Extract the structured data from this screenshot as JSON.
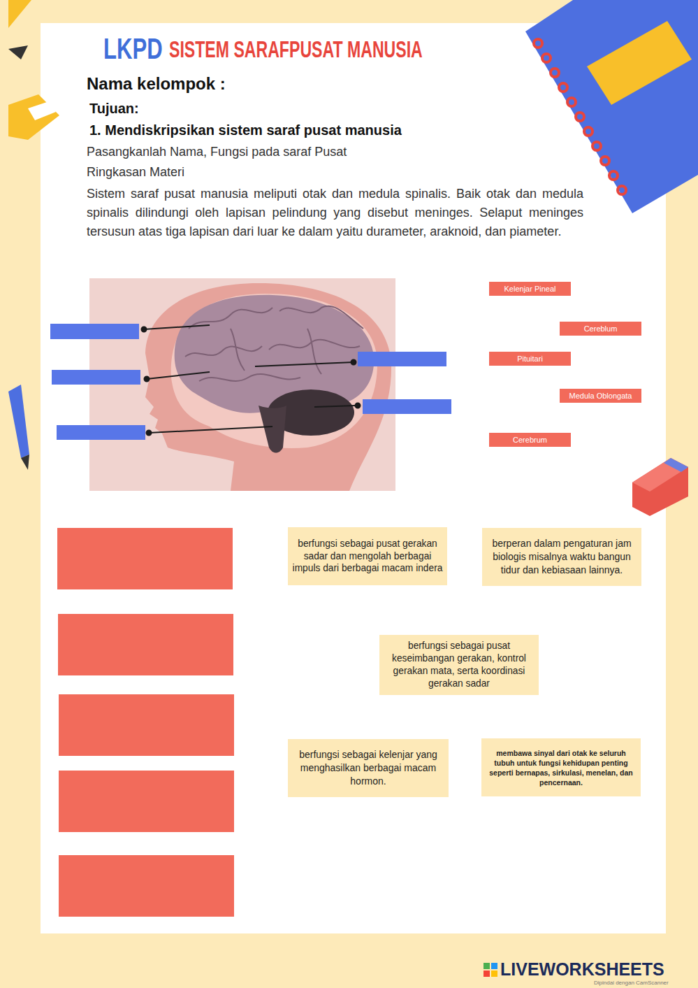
{
  "diagram": {
    "title": "LKPD",
    "nodes": [
      {
        "text": [
          "Kelenjar Pineal"
        ]
      },
      {
        "text": [
          "Cereblum"
        ]
      },
      {
        "text": [
          "Pituitari"
        ]
      },
      {
        "text": [
          "Medula Oblongata"
        ]
      },
      {
        "text": [
          "Cerebrum"
        ]
      },
      {
        "text": [
          "berfungsi sebagai pusat gerakan sadar dan mengolah berbagai impuls dari berbagai macam indera"
        ]
      },
      {
        "text": [
          "berperan dalam pengaturan jam biologis misalnya waktu bangun tidur dan kebiasaan lainnya."
        ]
      },
      {
        "text": [
          "berfungsi sebagai pusat keseimbangan gerakan, kontrol gerakan mata, serta koordinasi gerakan sadar"
        ]
      },
      {
        "text": [
          "berfungsi sebagai kelenjar yang menghasilkan berbagai macam hormon."
        ]
      },
      {
        "text": [
          "membawa sinyal dari otak ke seluruh tubuh untuk fungsi kehidupan penting seperti bernapas, sirkulasi, menelan, dan pencernaan."
        ]
      }
    ],
    "labels": [
      "SISTEM SARAFPUSAT MANUSIA",
      "Nama kelompok :",
      "Tujuan:",
      "1. Mendiskripsikan sistem saraf pusat manusia",
      "Pasangkanlah Nama, Fungsi pada saraf Pusat",
      "Ringkasan Materi",
      "Sistem saraf pusat manusia meliputi otak dan medula spinalis. Baik otak dan medula spinalis dilindungi oleh lapisan pelindung yang disebut meninges. Selaput meninges tersusun atas tiga lapisan dari luar ke dalam yaitu durameter, araknoid, dan piameter.",
      "LIVEWORKSHEETS",
      "Dipindai dengan CamScanner"
    ]
  }
}
